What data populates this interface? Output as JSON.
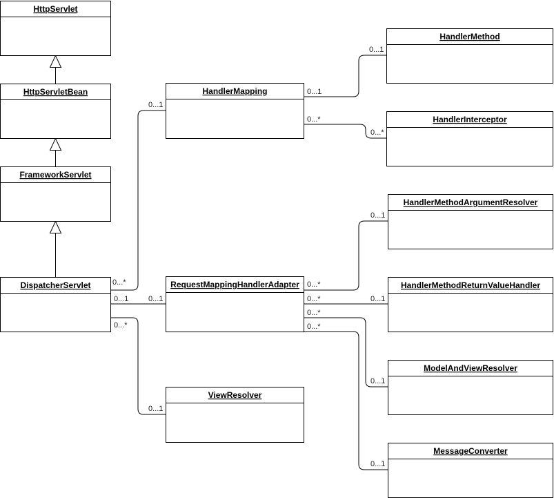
{
  "classes": [
    {
      "id": "httpservlet",
      "name": "HttpServlet"
    },
    {
      "id": "httpservletbean",
      "name": "HttpServletBean"
    },
    {
      "id": "frameworkservlet",
      "name": "FrameworkServlet"
    },
    {
      "id": "dispatcherservlet",
      "name": "DispatcherServlet"
    },
    {
      "id": "handlermapping",
      "name": "HandlerMapping"
    },
    {
      "id": "requestmappinghandleradapter",
      "name": "RequestMappingHandlerAdapter"
    },
    {
      "id": "viewresolver",
      "name": "ViewResolver"
    },
    {
      "id": "handlermethod",
      "name": "HandlerMethod"
    },
    {
      "id": "handlerinterceptor",
      "name": "HandlerInterceptor"
    },
    {
      "id": "handlermethodargumentresolver",
      "name": "HandlerMethodArgumentResolver"
    },
    {
      "id": "handlermethodreturnvaluehandler",
      "name": "HandlerMethodReturnValueHandler"
    },
    {
      "id": "modelandviewresolver",
      "name": "ModelAndViewResolver"
    },
    {
      "id": "messageconverter",
      "name": "MessageConverter"
    }
  ],
  "inheritance": [
    {
      "child": "httpservletbean",
      "parent": "httpservlet"
    },
    {
      "child": "frameworkservlet",
      "parent": "httpservletbean"
    },
    {
      "child": "dispatcherservlet",
      "parent": "frameworkservlet"
    }
  ],
  "associations": [
    {
      "from": "dispatcherservlet",
      "to": "handlermapping",
      "from_mult": "0...*",
      "to_mult": "0...1"
    },
    {
      "from": "dispatcherservlet",
      "to": "requestmappinghandleradapter",
      "from_mult": "0...1",
      "to_mult": "0...1"
    },
    {
      "from": "dispatcherservlet",
      "to": "viewresolver",
      "from_mult": "0...*",
      "to_mult": "0...1"
    },
    {
      "from": "handlermapping",
      "to": "handlermethod",
      "from_mult": "0...1",
      "to_mult": "0...1"
    },
    {
      "from": "handlermapping",
      "to": "handlerinterceptor",
      "from_mult": "0...*",
      "to_mult": "0...*"
    },
    {
      "from": "requestmappinghandleradapter",
      "to": "handlermethodargumentresolver",
      "from_mult": "0...*",
      "to_mult": "0...1"
    },
    {
      "from": "requestmappinghandleradapter",
      "to": "handlermethodreturnvaluehandler",
      "from_mult": "0...*",
      "to_mult": "0...1"
    },
    {
      "from": "requestmappinghandleradapter",
      "to": "modelandviewresolver",
      "from_mult": "0...*",
      "to_mult": "0...1"
    },
    {
      "from": "requestmappinghandleradapter",
      "to": "messageconverter",
      "from_mult": "0...*",
      "to_mult": "0...1"
    }
  ]
}
